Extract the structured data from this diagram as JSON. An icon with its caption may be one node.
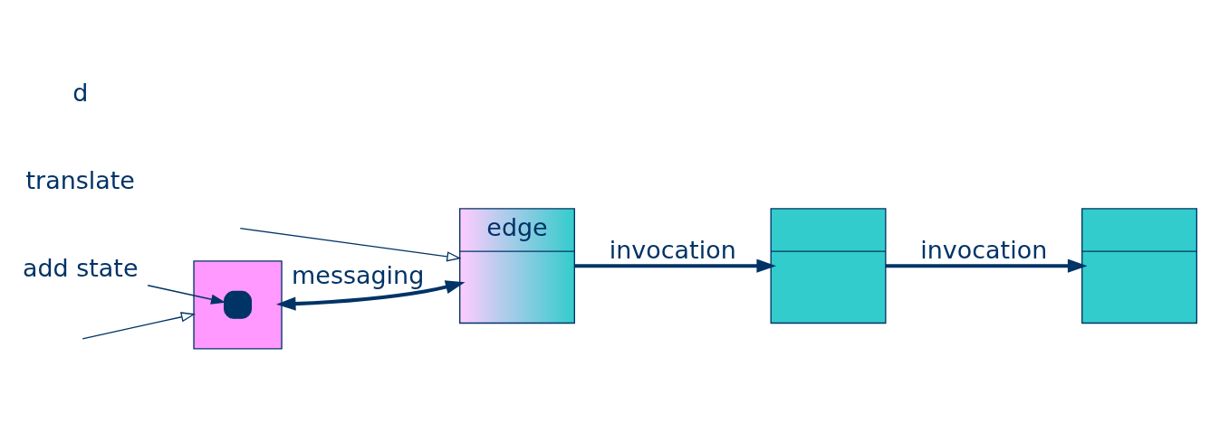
{
  "diagram": {
    "nodes": [
      {
        "text": [],
        "shape": "box"
      },
      {
        "text": [],
        "shape": "box",
        "in": 0
      },
      {
        "text": [
          "add state"
        ]
      },
      {
        "text": [
          "edge"
        ]
      },
      {
        "text": [],
        "shape": "box"
      },
      {
        "text": [],
        "shape": "box"
      }
    ],
    "edges": [
      {
        "from": null,
        "to": 0,
        "arrow": "to"
      },
      {
        "from": null,
        "to": 3,
        "arrow": "to"
      },
      {
        "from": 2,
        "to": 1,
        "arrow": "to"
      },
      {
        "from": 0,
        "to": 3,
        "arrow": "both",
        "label": "messaging",
        "style": "thick"
      },
      {
        "from": 3,
        "to": 4,
        "arrow": "to",
        "label": "invocation",
        "style": "thick"
      },
      {
        "from": 4,
        "to": 5,
        "arrow": "to",
        "label": "invocation",
        "style": "thick"
      }
    ],
    "labels": [
      "translate",
      "d"
    ]
  }
}
